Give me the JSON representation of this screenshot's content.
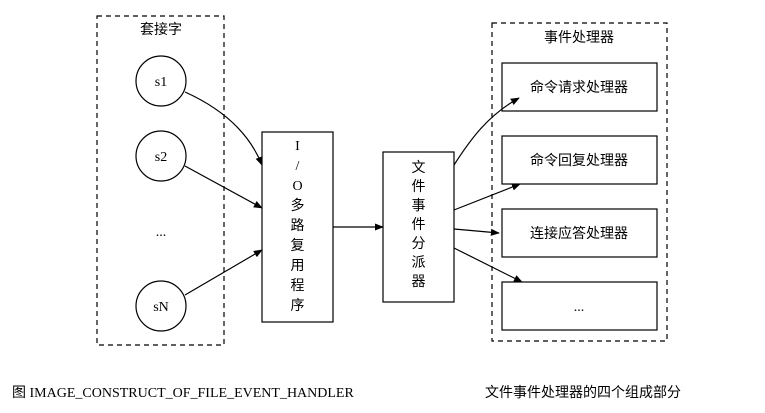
{
  "clusters": {
    "sockets": {
      "title": "套接字"
    },
    "handlers": {
      "title": "事件处理器"
    }
  },
  "sockets": [
    "s1",
    "s2",
    "...",
    "sN"
  ],
  "io_multiplexer": {
    "chars": [
      "I",
      "/",
      "O",
      "多",
      "路",
      "复",
      "用",
      "程",
      "序"
    ]
  },
  "dispatcher": {
    "chars": [
      "文",
      "件",
      "事",
      "件",
      "分",
      "派",
      "器"
    ]
  },
  "handlers": [
    "命令请求处理器",
    "命令回复处理器",
    "连接应答处理器",
    "..."
  ],
  "caption": {
    "figure_id": "图 IMAGE_CONSTRUCT_OF_FILE_EVENT_HANDLER",
    "text": "文件事件处理器的四个组成部分"
  }
}
